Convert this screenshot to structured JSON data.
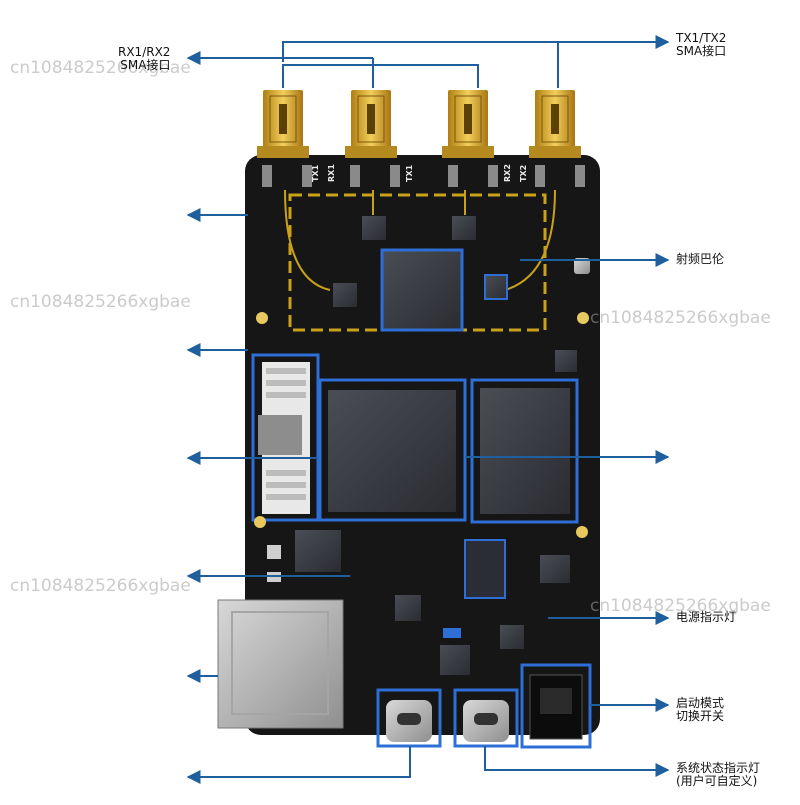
{
  "title": "",
  "labels": {
    "rx_sma": [
      "RX1/RX2",
      "SMA接口"
    ],
    "tx_sma": [
      "TX1/TX2",
      "SMA接口"
    ],
    "rf_balun": [
      "射频巴伦"
    ],
    "power_led": [
      "电源指示灯"
    ],
    "boot_switch": [
      "启动模式",
      "切换开关"
    ],
    "status_led": [
      "系统状态指示灯",
      "(用户可自定义)"
    ]
  },
  "silkscreen": {
    "tx1_a": "TX1",
    "rx1_a": "RX1",
    "tx1_b": "TX1",
    "rx2": "RX2",
    "tx2": "TX2"
  },
  "watermark": "cn1084825266xgbae",
  "colors": {
    "pointer": "#1f5f9e",
    "highlight_box": "#2d6fd6",
    "board": "#161616",
    "rf_trace": "#c9a21a",
    "sma_gold": "#d9a928"
  }
}
